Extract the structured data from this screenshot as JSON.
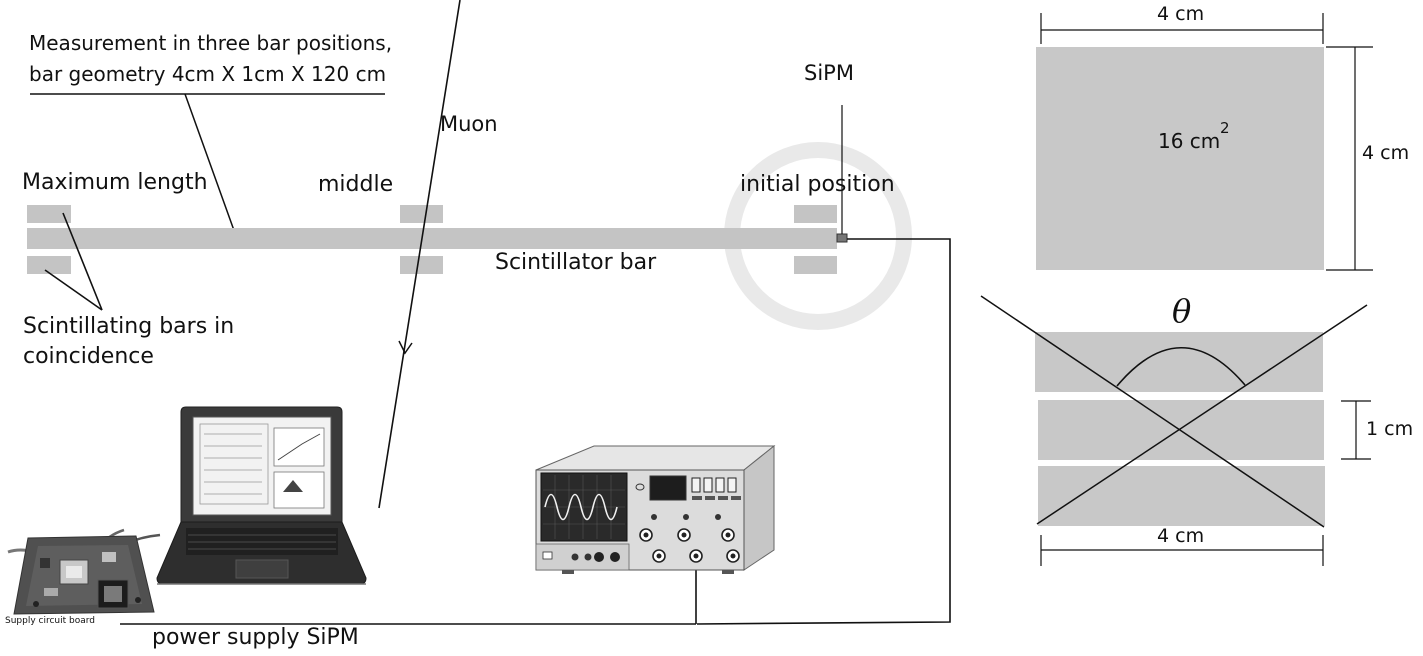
{
  "labels": {
    "measurement_line1": "Measurement in three bar positions,",
    "measurement_line2": "bar geometry 4cm X 1cm X 120 cm",
    "muon": "Muon",
    "sipm": "SiPM",
    "maximum_length": "Maximum length",
    "middle": "middle",
    "initial_position": "initial position",
    "scintillator_bar": "Scintillator bar",
    "coincidence_line1": "Scintillating bars in",
    "coincidence_line2": "coincidence",
    "supply_board": "Supply circuit board",
    "power_supply": "power supply SiPM"
  },
  "cross_section": {
    "top_width": "4 cm",
    "area_value": "16 cm",
    "area_exponent": "2",
    "side_height": "4 cm",
    "theta": "θ",
    "bar_thickness": "1 cm",
    "bottom_width": "4 cm"
  },
  "colors": {
    "bar_gray": "#c4c4c4",
    "line": "#111111",
    "device_dark": "#2e2e2e"
  }
}
